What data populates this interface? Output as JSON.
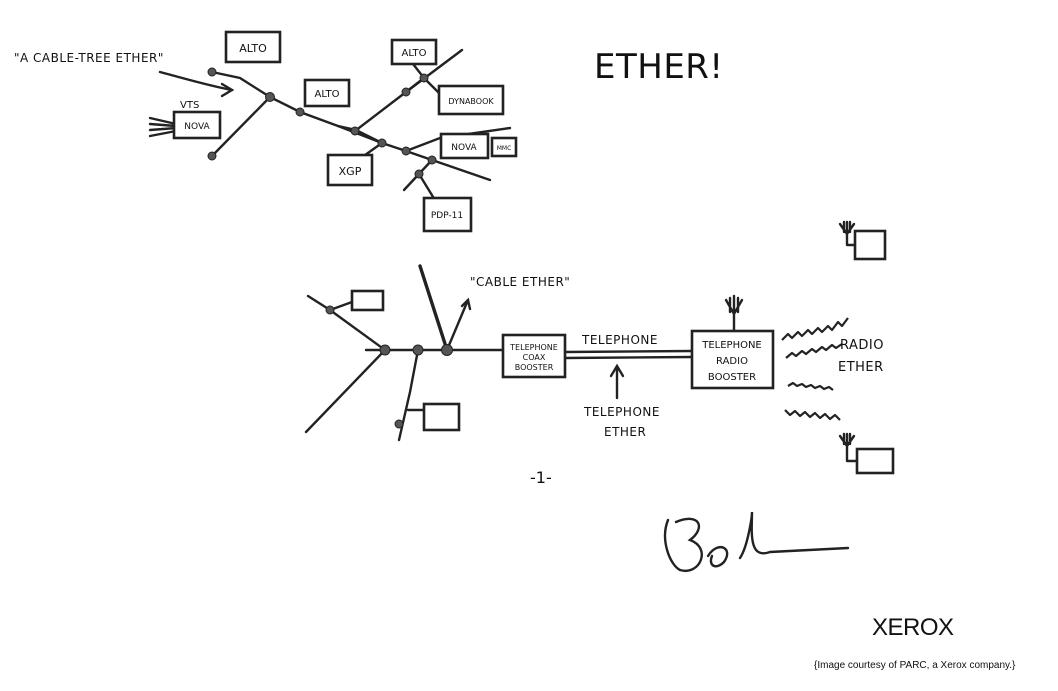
{
  "title": "ETHER!",
  "labels": {
    "cable_tree_ether": "\"A CABLE-TREE ETHER\"",
    "vts": "VTS",
    "cable_ether": "\"CABLE ETHER\"",
    "telephone": "TELEPHONE",
    "telephone_ether": "TELEPHONE ETHER",
    "radio_ether": "RADIO ETHER"
  },
  "nodes": {
    "alto_1": "ALTO",
    "alto_2": "ALTO",
    "alto_3": "ALTO",
    "dynabook": "DYNABOOK",
    "nova_left": "NOVA",
    "nova_right": "NOVA",
    "mmc": "MMC",
    "xgp": "XGP",
    "pdp11": "PDP-11",
    "telephone_coax_booster": "TELEPHONE COAX BOOSTER",
    "telephone_radio_booster": "TELEPHONE RADIO BOOSTER"
  },
  "page_number": "-1-",
  "signature": "Bob",
  "logo": "XEROX",
  "credit": "{Image courtesy of PARC, a Xerox company.}"
}
